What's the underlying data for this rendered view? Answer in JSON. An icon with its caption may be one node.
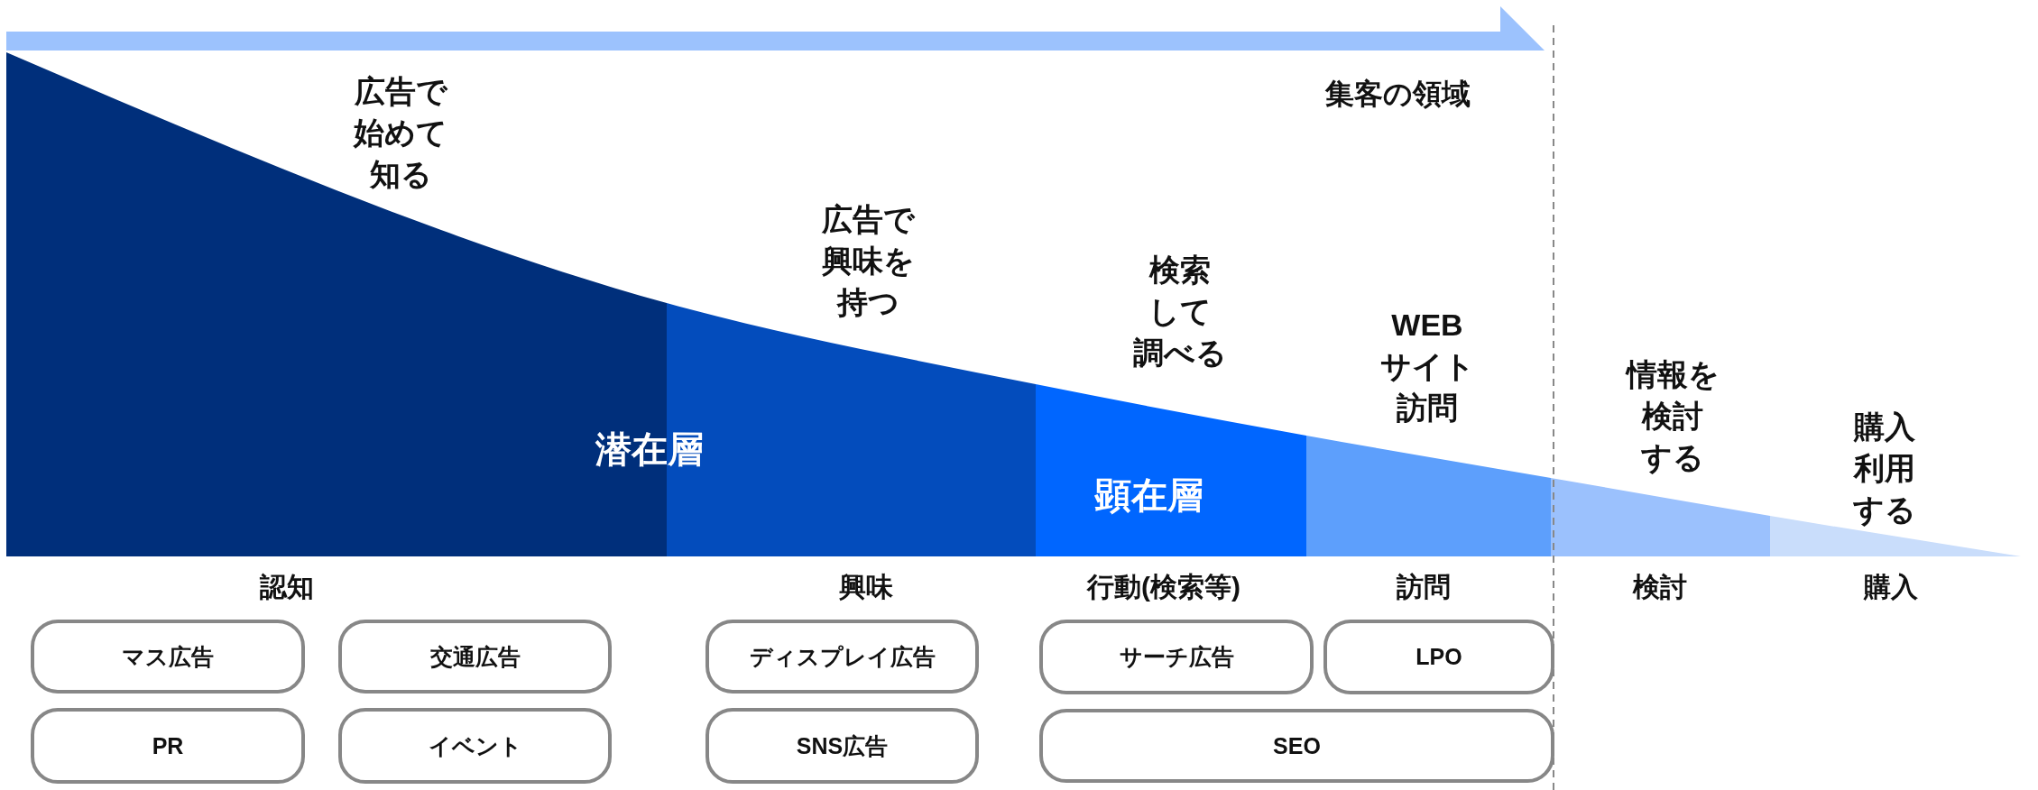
{
  "diagram": {
    "nodes": [
      {
        "text": [
          "マス広告"
        ]
      },
      {
        "text": [
          "交通広告"
        ]
      },
      {
        "text": [
          "ディスプレイ広告"
        ]
      },
      {
        "text": [
          "サーチ広告"
        ]
      },
      {
        "text": [
          "LPO"
        ]
      },
      {
        "text": [
          "PR"
        ]
      },
      {
        "text": [
          "イベント"
        ]
      },
      {
        "text": [
          "SNS広告"
        ]
      },
      {
        "text": [
          "SEO"
        ]
      }
    ],
    "labels": [
      "広告で始めて知る",
      "集客の領域",
      "広告で興味を持つ",
      "検索して調べる",
      "WEBサイト訪問",
      "情報を検討する",
      "購入利用する",
      "潜在層",
      "顕在層",
      "認知",
      "興味",
      "行動(検索等)",
      "訪問",
      "検討",
      "購入"
    ]
  }
}
